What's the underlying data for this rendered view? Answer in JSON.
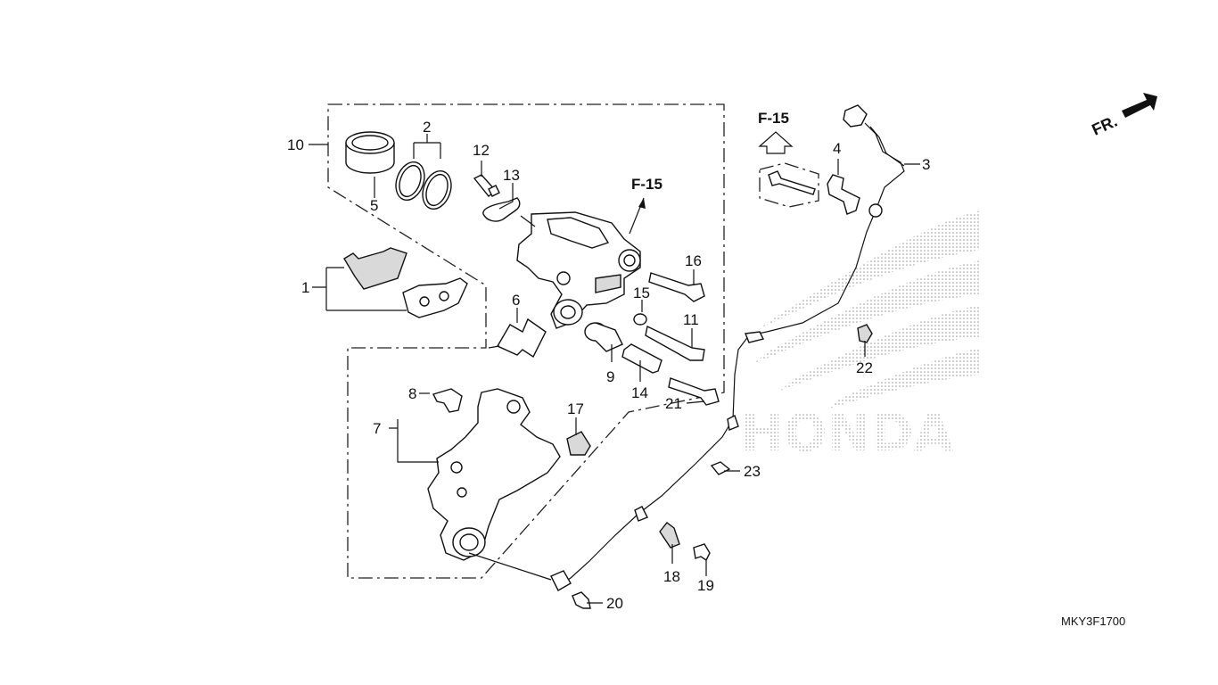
{
  "diagram_code": "MKY3F1700",
  "direction_label": "FR.",
  "reference_labels": [
    "F-15",
    "F-15"
  ],
  "watermark_text": "HONDA",
  "callouts": [
    {
      "num": "1"
    },
    {
      "num": "2"
    },
    {
      "num": "3"
    },
    {
      "num": "4"
    },
    {
      "num": "5"
    },
    {
      "num": "6"
    },
    {
      "num": "7"
    },
    {
      "num": "8"
    },
    {
      "num": "9"
    },
    {
      "num": "10"
    },
    {
      "num": "11"
    },
    {
      "num": "12"
    },
    {
      "num": "13"
    },
    {
      "num": "14"
    },
    {
      "num": "15"
    },
    {
      "num": "16"
    },
    {
      "num": "17"
    },
    {
      "num": "18"
    },
    {
      "num": "19"
    },
    {
      "num": "20"
    },
    {
      "num": "21"
    },
    {
      "num": "22"
    },
    {
      "num": "23"
    }
  ]
}
